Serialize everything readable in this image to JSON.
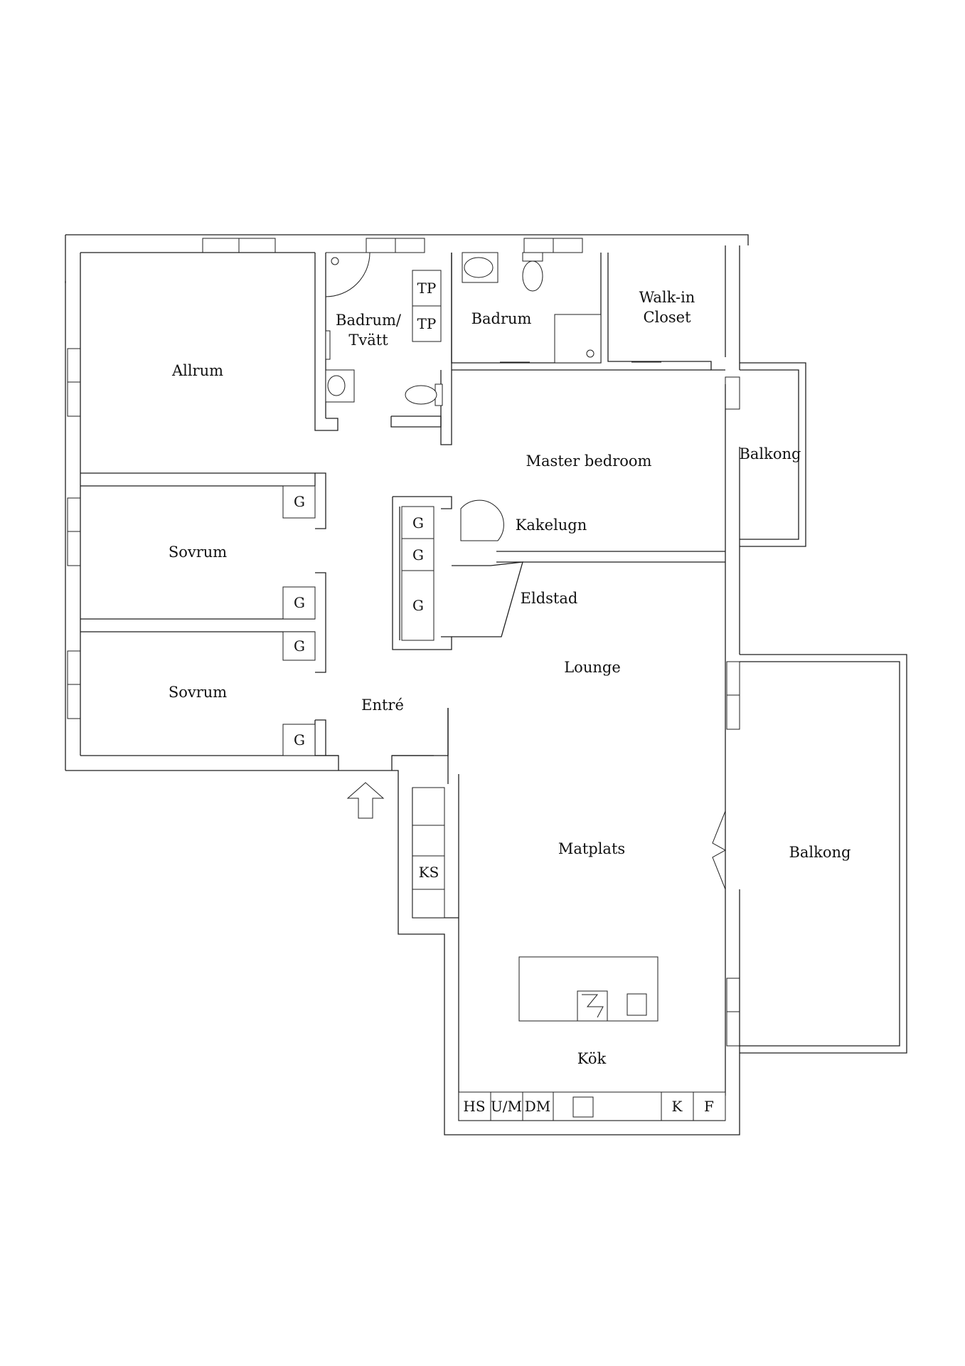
{
  "rooms": {
    "allrum": "Allrum",
    "badrum_tvatt_1": "Badrum/",
    "badrum_tvatt_2": "Tvätt",
    "badrum": "Badrum",
    "walkin_1": "Walk-in",
    "walkin_2": "Closet",
    "master": "Master bedroom",
    "balkong_1": "Balkong",
    "kakelugn": "Kakelugn",
    "sovrum_1": "Sovrum",
    "sovrum_2": "Sovrum",
    "eldstad": "Eldstad",
    "lounge": "Lounge",
    "entre": "Entré",
    "matplats": "Matplats",
    "balkong_2": "Balkong",
    "kok": "Kök"
  },
  "cabinets": {
    "tp_1": "TP",
    "tp_2": "TP",
    "g_sov1_top": "G",
    "g_sov1_bot": "G",
    "g_sov2_top": "G",
    "g_sov2_bot": "G",
    "g_hall_1": "G",
    "g_hall_2": "G",
    "g_hall_3": "G",
    "ks": "KS",
    "hs": "HS",
    "um": "U/M",
    "dm": "DM",
    "k": "K",
    "f": "F"
  }
}
